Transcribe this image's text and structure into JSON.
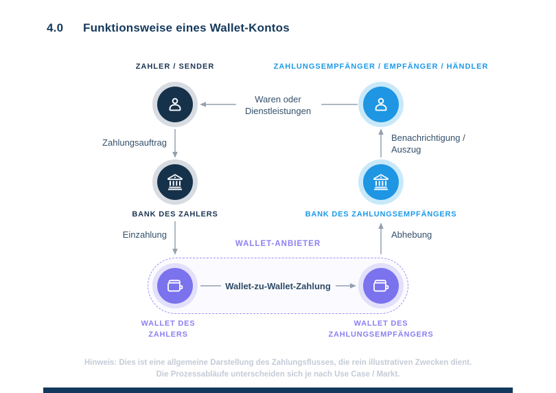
{
  "page": {
    "section_number": "4.0",
    "title": "Funktionsweise eines Wallet-Kontos"
  },
  "columns": {
    "payer_header": "ZAHLER / SENDER",
    "recipient_header": "ZAHLUNGSEMPFÄNGER / EMPFÄNGER / HÄNDLER"
  },
  "nodes": {
    "payer_bank_label": "BANK DES ZAHLERS",
    "recipient_bank_label": "BANK DES ZAHLUNGSEMPFÄNGERS",
    "payer_wallet_label": "WALLET DES ZAHLERS",
    "recipient_wallet_label": "WALLET DES ZAHLUNGSEMPFÄNGERS",
    "wallet_provider_label": "WALLET-ANBIETER"
  },
  "flows": {
    "goods": "Waren oder Dienstleistungen",
    "payment_order": "Zahlungsauftrag",
    "notification": "Benachrichtigung / Auszug",
    "deposit": "Einzahlung",
    "withdrawal": "Abhebung",
    "wallet_to_wallet": "Wallet-zu-Wallet-Zahlung"
  },
  "footer": {
    "note_line1": "Hinweis: Dies ist eine allgemeine Darstellung des Zahlungsflusses, die rein illustrativen Zwecken dient.",
    "note_line2": "Die Prozessabläufe unterscheiden sich je nach Use Case / Markt."
  },
  "icons": {
    "payer": "user-icon",
    "recipient": "user-icon",
    "bank": "bank-icon",
    "wallet": "wallet-icon"
  },
  "colors": {
    "navy": "#16324B",
    "blue": "#1E96E3",
    "purple": "#7B72EE",
    "purple_text": "#8B80F2",
    "arrow_gray": "#93A1AE",
    "note_gray": "#C4CBD7",
    "title_navy": "#14395C"
  }
}
